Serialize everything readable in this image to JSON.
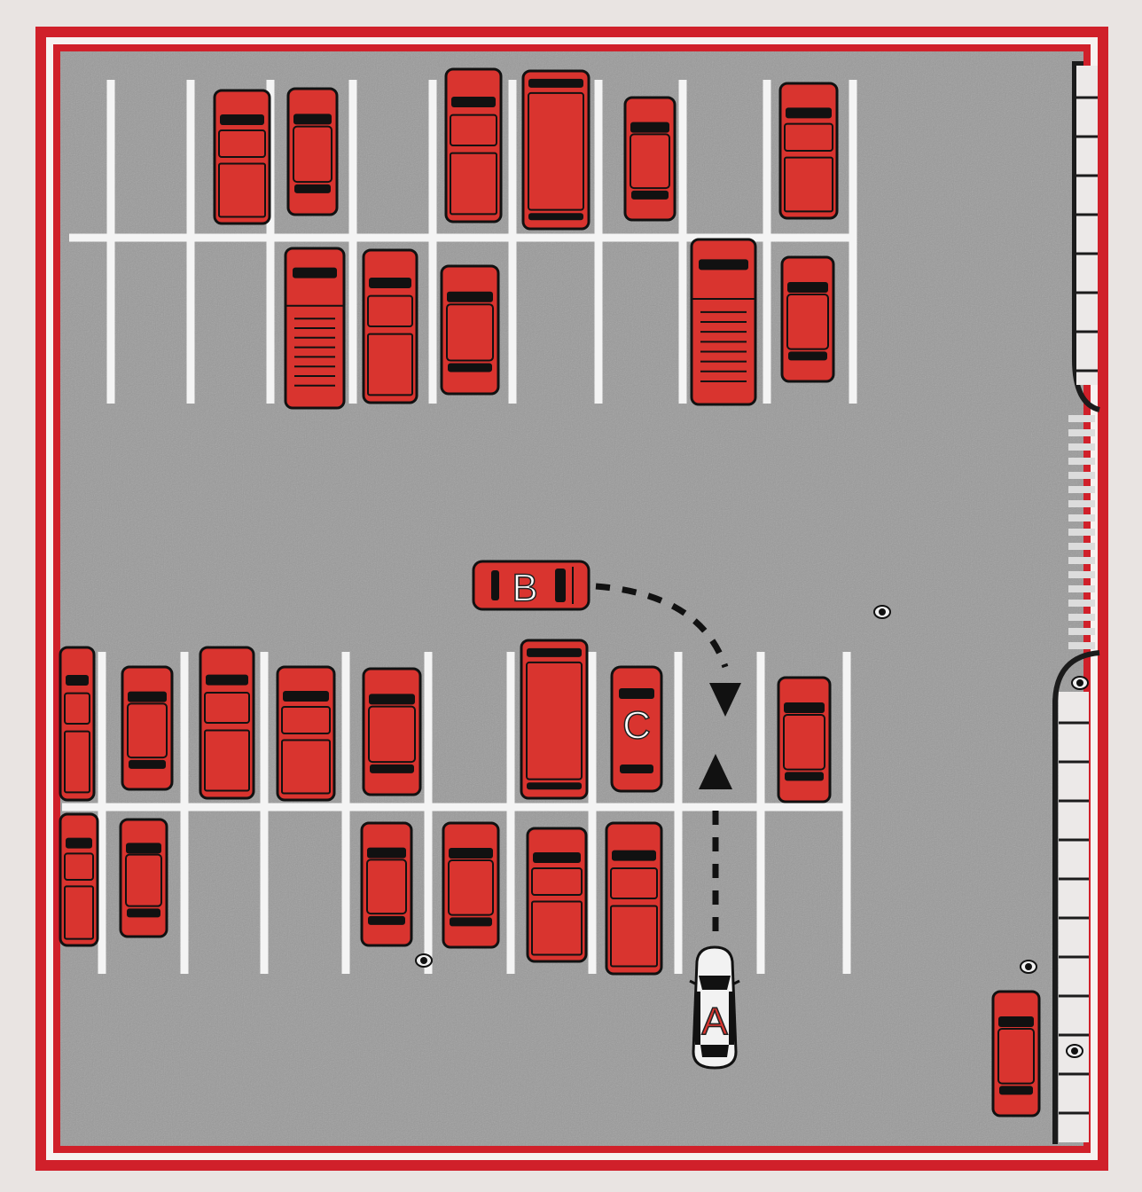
{
  "diagram": {
    "type": "parking-lot-right-of-way",
    "colors": {
      "frame": "#d0202a",
      "asphalt": "#9a9a9a",
      "lines": "#f4f4f4",
      "car": "#d9342f",
      "car_dark": "#a8221f",
      "subject_car": "#f2f2f2",
      "arrow": "#111111",
      "curb": "#1b1b1b"
    },
    "labeled_cars": [
      {
        "id": "A",
        "label": "A",
        "color": "subject",
        "kind": "sedan",
        "heading": "up"
      },
      {
        "id": "B",
        "label": "B",
        "color": "red",
        "kind": "sedan",
        "heading": "right"
      },
      {
        "id": "C",
        "label": "C",
        "color": "red",
        "kind": "sedan",
        "heading": "down"
      }
    ],
    "arrows": [
      {
        "from": "B",
        "path": "curved-right-then-down",
        "style": "dashed",
        "head": "down"
      },
      {
        "from": "A",
        "path": "straight-up",
        "style": "dashed",
        "head": "up"
      }
    ],
    "parked_cars": [
      {
        "kind": "pickup",
        "row": "top-1"
      },
      {
        "kind": "sedan",
        "row": "top-1"
      },
      {
        "kind": "pickup",
        "row": "top-1"
      },
      {
        "kind": "van",
        "row": "top-1"
      },
      {
        "kind": "sedan",
        "row": "top-1"
      },
      {
        "kind": "pickup",
        "row": "top-1"
      },
      {
        "kind": "box-truck",
        "row": "top-2"
      },
      {
        "kind": "pickup",
        "row": "top-2"
      },
      {
        "kind": "sedan",
        "row": "top-2"
      },
      {
        "kind": "box-truck",
        "row": "top-2"
      },
      {
        "kind": "sedan",
        "row": "top-2"
      },
      {
        "kind": "pickup",
        "row": "bottom-1"
      },
      {
        "kind": "sedan",
        "row": "bottom-1"
      },
      {
        "kind": "pickup",
        "row": "bottom-1"
      },
      {
        "kind": "pickup",
        "row": "bottom-1"
      },
      {
        "kind": "sedan",
        "row": "bottom-1"
      },
      {
        "kind": "van",
        "row": "bottom-1"
      },
      {
        "kind": "sedan",
        "row": "bottom-1"
      },
      {
        "kind": "pickup",
        "row": "bottom-2"
      },
      {
        "kind": "sedan",
        "row": "bottom-2"
      },
      {
        "kind": "sedan",
        "row": "bottom-2"
      },
      {
        "kind": "sedan",
        "row": "bottom-2"
      },
      {
        "kind": "pickup",
        "row": "bottom-2"
      },
      {
        "kind": "pickup",
        "row": "bottom-2"
      },
      {
        "kind": "sedan",
        "row": "street"
      }
    ],
    "pedestrians": 5
  }
}
